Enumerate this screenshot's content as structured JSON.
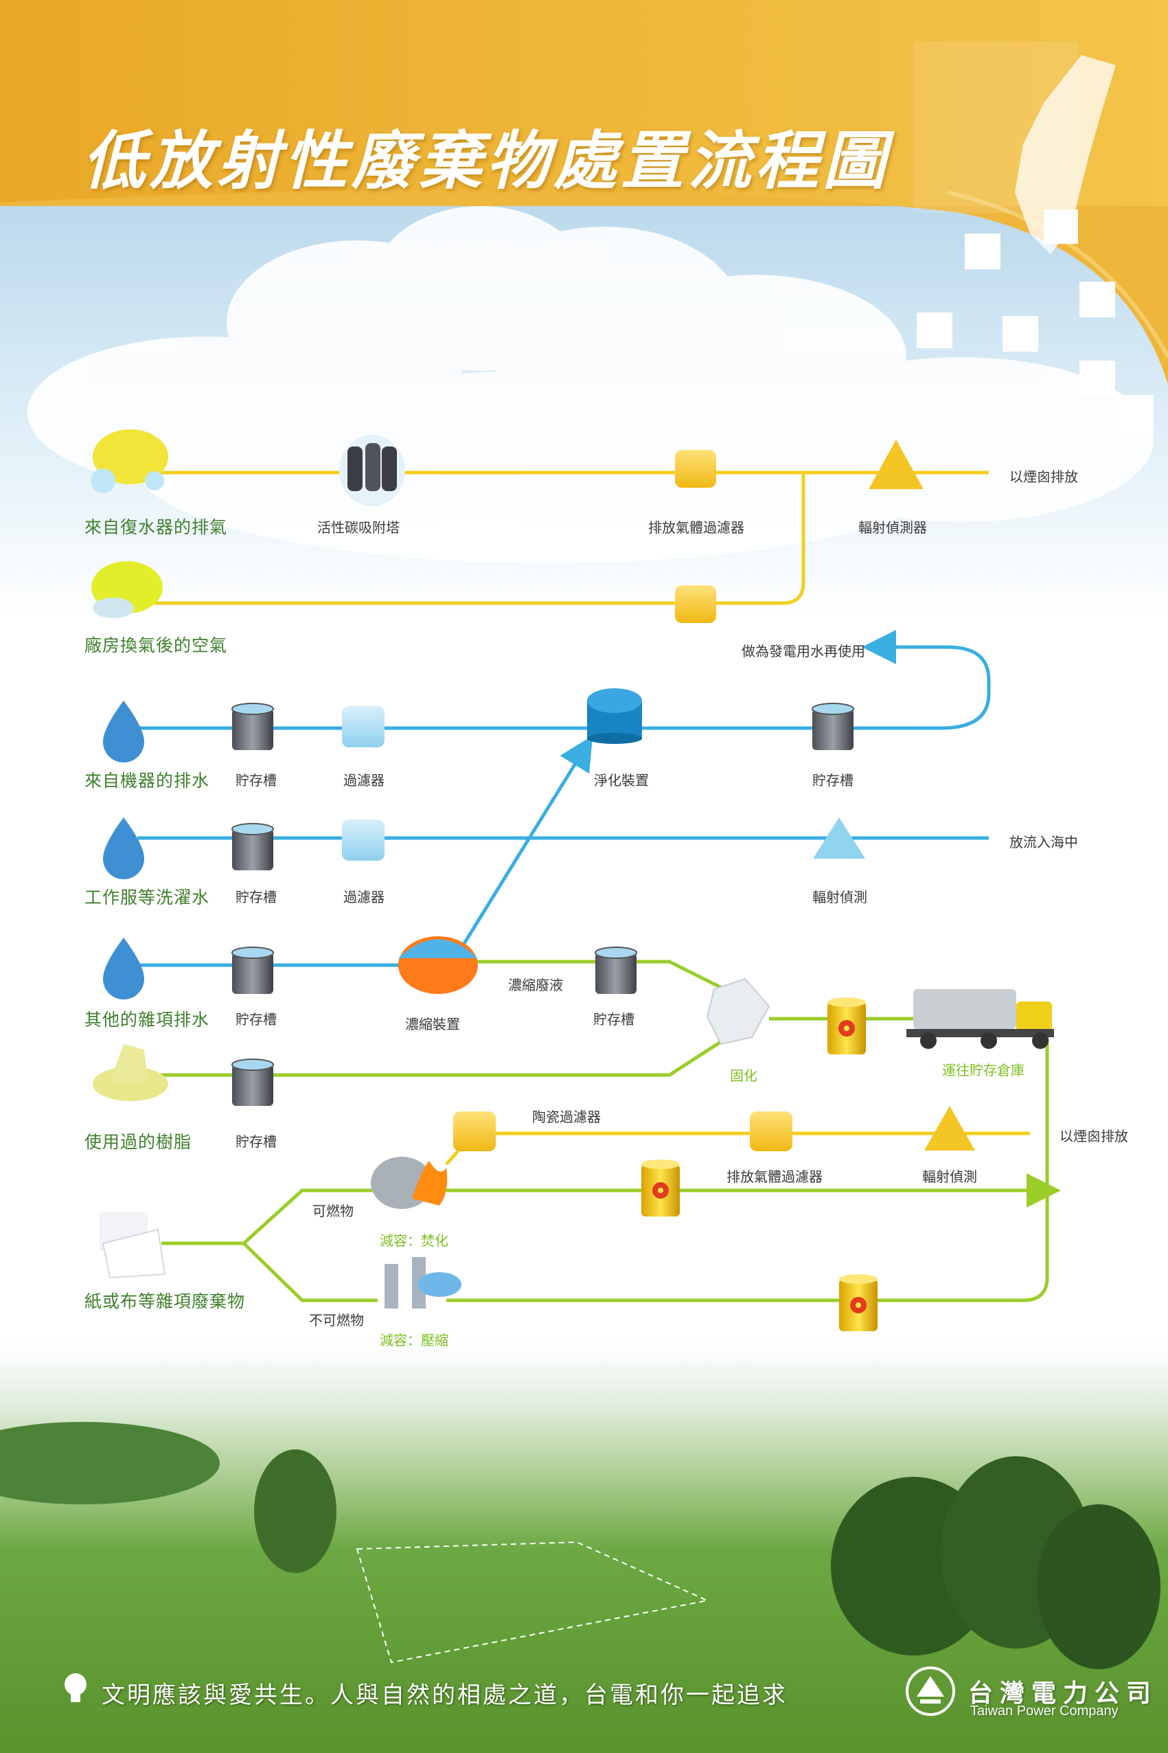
{
  "title": "低放射性廢棄物處置流程圖",
  "colors": {
    "air_line": "#f3cf1e",
    "water_line": "#3aaee0",
    "solid_line": "#9acd2a",
    "banner": "#eeb33a"
  },
  "air": {
    "source1": "來自復水器的排氣",
    "source2": "廠房換氣後的空氣",
    "carbon_tower": "活性碳吸附塔",
    "exhaust_filter": "排放氣體過濾器",
    "radiation_detector": "輻射偵測器",
    "stack_release": "以煙囪排放"
  },
  "water": {
    "source1": "來自機器的排水",
    "source2": "工作服等洗濯水",
    "source3": "其他的雜項排水",
    "storage_tank": "貯存槽",
    "filter": "過濾器",
    "purifier": "淨化裝置",
    "reuse": "做為發電用水再使用",
    "radiation_detect": "輻射偵測",
    "sea_discharge": "放流入海中",
    "concentrator": "濃縮裝置",
    "concentrated_liquid": "濃縮廢液"
  },
  "solid": {
    "resin": "使用過的樹脂",
    "solidify": "固化",
    "transport": "運往貯存倉庫",
    "paper": "紙或布等雜項廢棄物",
    "combustible": "可燃物",
    "noncombustible": "不可燃物",
    "incinerate": "減容：焚化",
    "compress": "減容：壓縮",
    "ceramic_filter": "陶瓷過濾器",
    "exhaust_filter": "排放氣體過濾器",
    "radiation_detect": "輻射偵測",
    "stack_release": "以煙囪排放"
  },
  "footer": {
    "slogan": "文明應該與愛共生。人與自然的相處之道，台電和你一起追求",
    "company_zh": "台灣電力公司",
    "company_en": "Taiwan Power Company"
  }
}
